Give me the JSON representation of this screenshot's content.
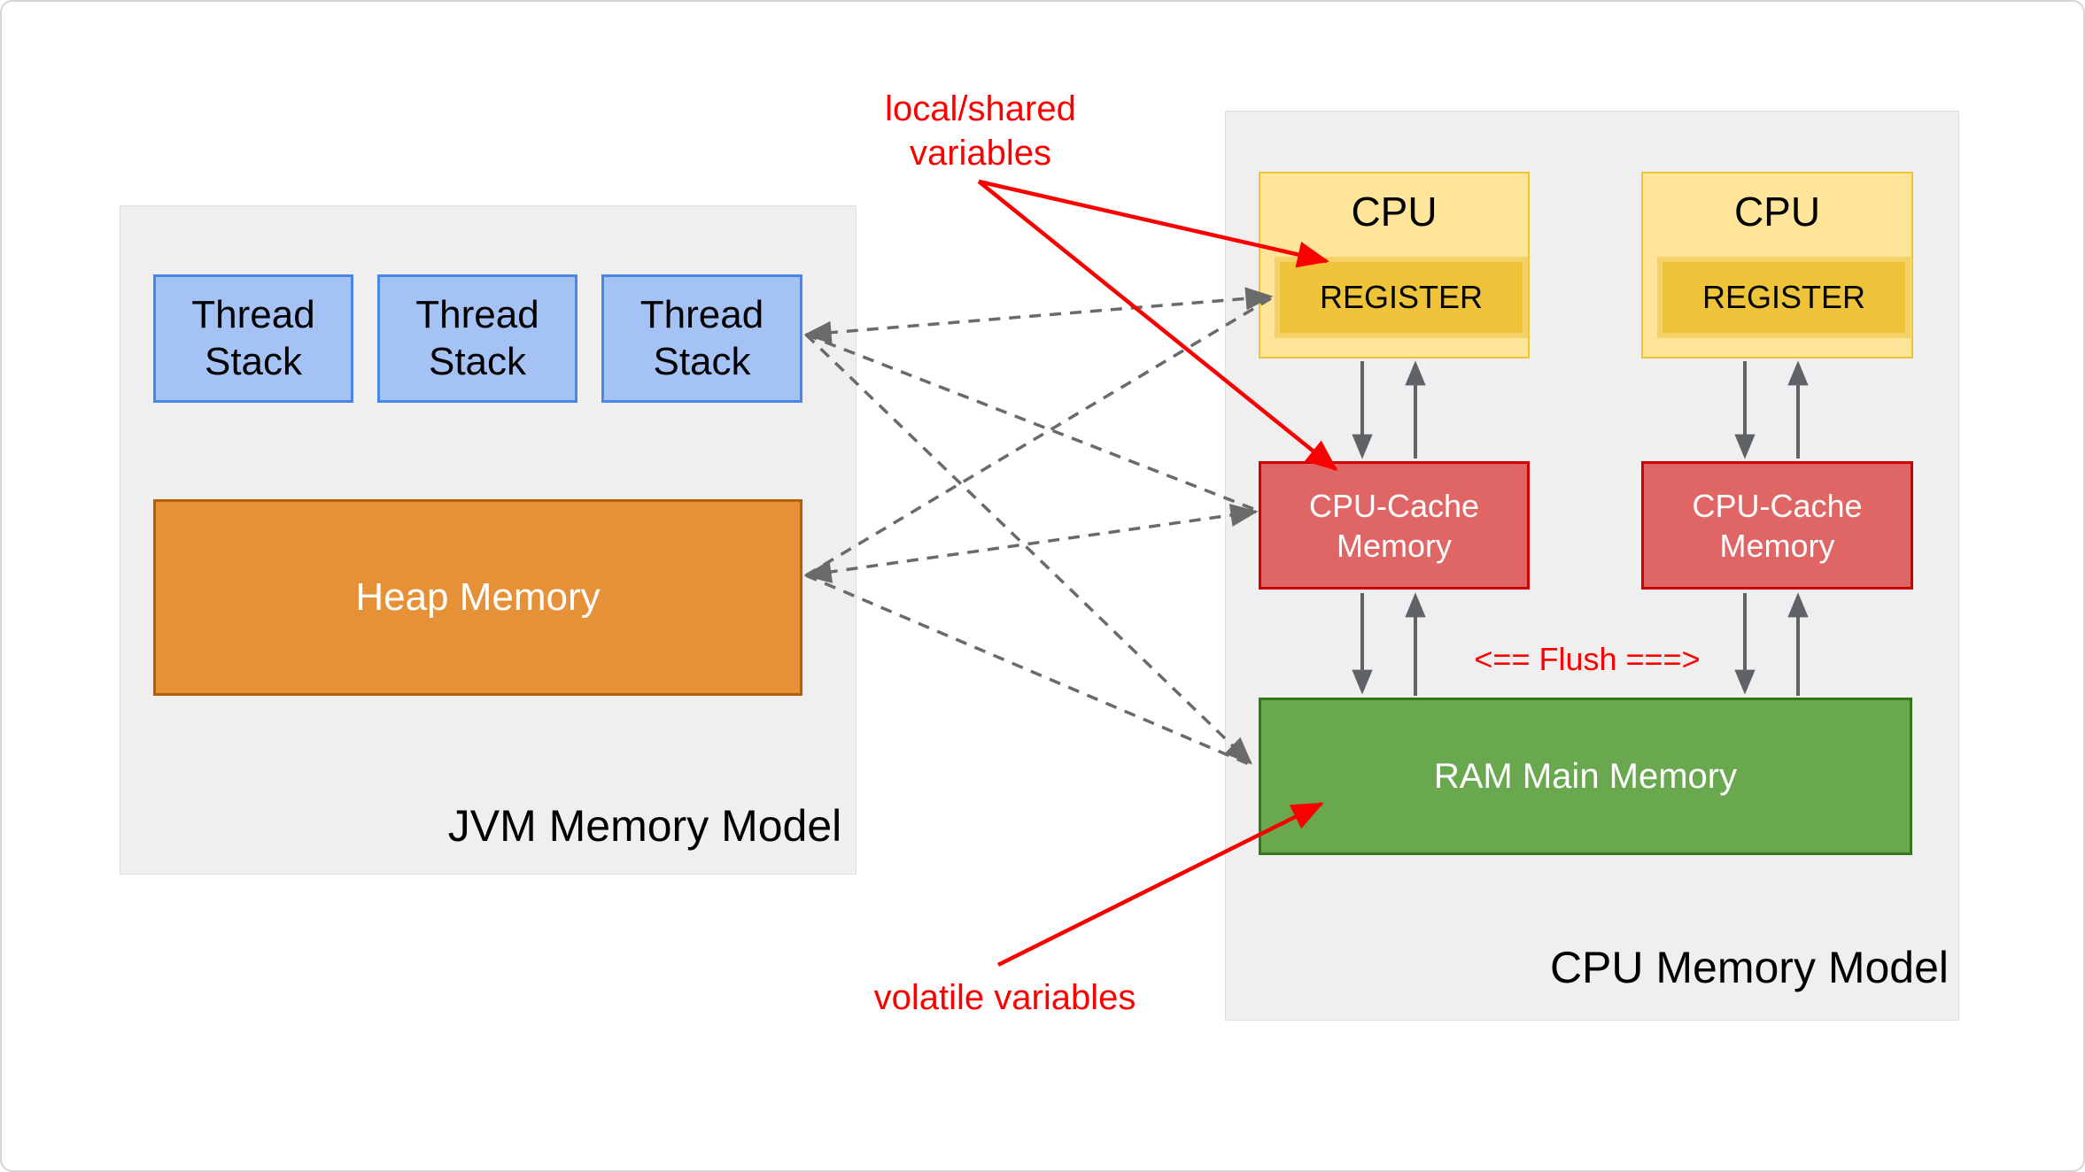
{
  "jvm": {
    "title": "JVM Memory Model",
    "thread_stacks": [
      {
        "label": "Thread\nStack"
      },
      {
        "label": "Thread\nStack"
      },
      {
        "label": "Thread\nStack"
      }
    ],
    "heap_label": "Heap Memory"
  },
  "cpu": {
    "title": "CPU Memory Model",
    "units": [
      {
        "label": "CPU",
        "register": "REGISTER",
        "cache": "CPU-Cache\nMemory"
      },
      {
        "label": "CPU",
        "register": "REGISTER",
        "cache": "CPU-Cache\nMemory"
      }
    ],
    "ram_label": "RAM Main Memory",
    "flush_label": "<== Flush ===>"
  },
  "annotations": {
    "local_shared": "local/shared\nvariables",
    "volatile": "volatile variables"
  },
  "colors": {
    "thread_fill": "#a4c2f4",
    "thread_border": "#4a86e8",
    "heap_fill": "#e69138",
    "heap_border": "#b45f06",
    "cpu_fill": "#ffe599",
    "cpu_border": "#f1c232",
    "register_fill": "#f1c232",
    "cache_fill": "#e06666",
    "cache_border": "#cc0000",
    "ram_fill": "#6aa84f",
    "ram_border": "#38761d",
    "container_fill": "#efefef",
    "annotation_red": "#fb0000",
    "connector_gray": "#6a6a6a"
  }
}
